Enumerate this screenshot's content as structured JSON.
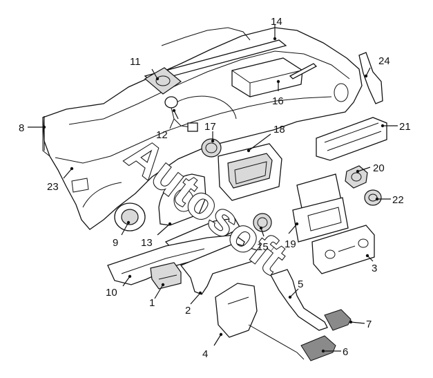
{
  "callouts": [
    {
      "n": "1"
    },
    {
      "n": "2"
    },
    {
      "n": "3"
    },
    {
      "n": "4"
    },
    {
      "n": "5"
    },
    {
      "n": "6"
    },
    {
      "n": "7"
    },
    {
      "n": "8"
    },
    {
      "n": "9"
    },
    {
      "n": "10"
    },
    {
      "n": "11"
    },
    {
      "n": "12"
    },
    {
      "n": "13"
    },
    {
      "n": "14"
    },
    {
      "n": "15"
    },
    {
      "n": "16"
    },
    {
      "n": "17"
    },
    {
      "n": "18"
    },
    {
      "n": "19"
    },
    {
      "n": "20"
    },
    {
      "n": "21"
    },
    {
      "n": "22"
    },
    {
      "n": "23"
    },
    {
      "n": "24"
    }
  ],
  "watermark": {
    "text": "Autosoft"
  }
}
